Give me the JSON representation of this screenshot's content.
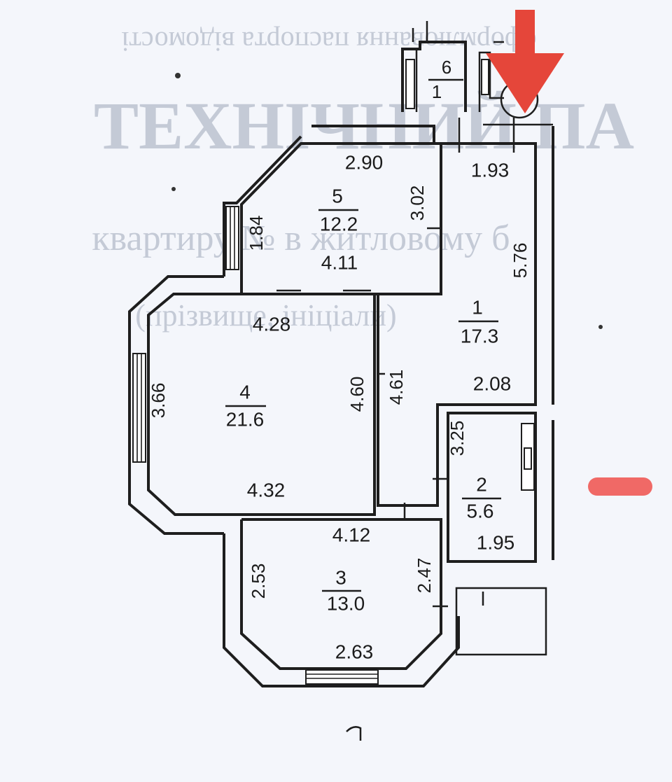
{
  "rooms": [
    {
      "id": "1",
      "number": "1",
      "area": "17.3"
    },
    {
      "id": "2",
      "number": "2",
      "area": "5.6"
    },
    {
      "id": "3",
      "number": "3",
      "area": "13.0"
    },
    {
      "id": "4",
      "number": "4",
      "area": "21.6"
    },
    {
      "id": "5",
      "number": "5",
      "area": "12.2"
    },
    {
      "id": "6",
      "number": "6",
      "area": "1"
    }
  ],
  "dimensions": {
    "r5_top": "2.90",
    "r5_right": "3.02",
    "r5_left": "1.84",
    "r5_bottom": "4.11",
    "r1_top": "1.93",
    "r1_right": "5.76",
    "r1_left": "4.61",
    "r1_bottom": "2.08",
    "r4_top": "4.28",
    "r4_left": "3.66",
    "r4_right": "4.60",
    "r4_bottom": "4.32",
    "r2_left": "3.25",
    "r2_bottom": "1.95",
    "r3_top": "4.12",
    "r3_left": "2.53",
    "r3_right": "2.47",
    "r3_bottom": "2.63"
  },
  "watermark": {
    "line1": "оформлювання паспорта відомості",
    "line2": "ТЕХНІЧНИЙ ПА",
    "line3": "квартиру № в житловому б",
    "line4": "(прізвище, ініціали)"
  },
  "annotations": {
    "arrow_color": "#e5463a",
    "mark_color": "#ef5a55"
  }
}
